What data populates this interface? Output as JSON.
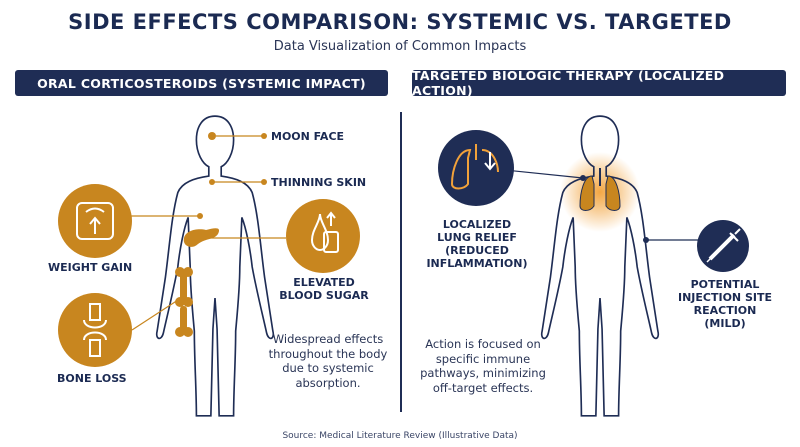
{
  "header": {
    "title": "SIDE EFFECTS COMPARISON: SYSTEMIC VS. TARGETED",
    "subtitle": "Data Visualization of Common Impacts"
  },
  "left_panel": {
    "banner": "ORAL CORTICOSTEROIDS (SYSTEMIC IMPACT)",
    "labels": {
      "moon_face": "MOON FACE",
      "thinning_skin": "THINNING SKIN",
      "weight_gain": "WEIGHT GAIN",
      "blood_sugar_1": "ELEVATED",
      "blood_sugar_2": "BLOOD SUGAR",
      "bone_loss": "BONE LOSS"
    },
    "description": [
      "Widespread effects",
      "throughout the body",
      "due to systemic",
      "absorption."
    ]
  },
  "right_panel": {
    "banner": "TARGETED BIOLOGIC THERAPY (LOCALIZED ACTION)",
    "labels": {
      "lung_1": "LOCALIZED",
      "lung_2": "LUNG RELIEF",
      "lung_3": "(REDUCED",
      "lung_4": "INFLAMMATION)",
      "inj_1": "POTENTIAL",
      "inj_2": "INJECTION SITE",
      "inj_3": "REACTION",
      "inj_4": "(MILD)"
    },
    "description": [
      "Action is focused on",
      "specific immune",
      "pathways, minimizing",
      "off-target effects."
    ]
  },
  "footer": {
    "source": "Source: Medical Literature Review (Illustrative Data)"
  },
  "colors": {
    "navy": "#1f2d55",
    "orange": "#c8861f",
    "glow": "#f2a23a"
  },
  "icons": [
    "scale-icon",
    "glucose-meter-icon",
    "knee-joint-icon",
    "lungs-icon",
    "syringe-icon"
  ]
}
